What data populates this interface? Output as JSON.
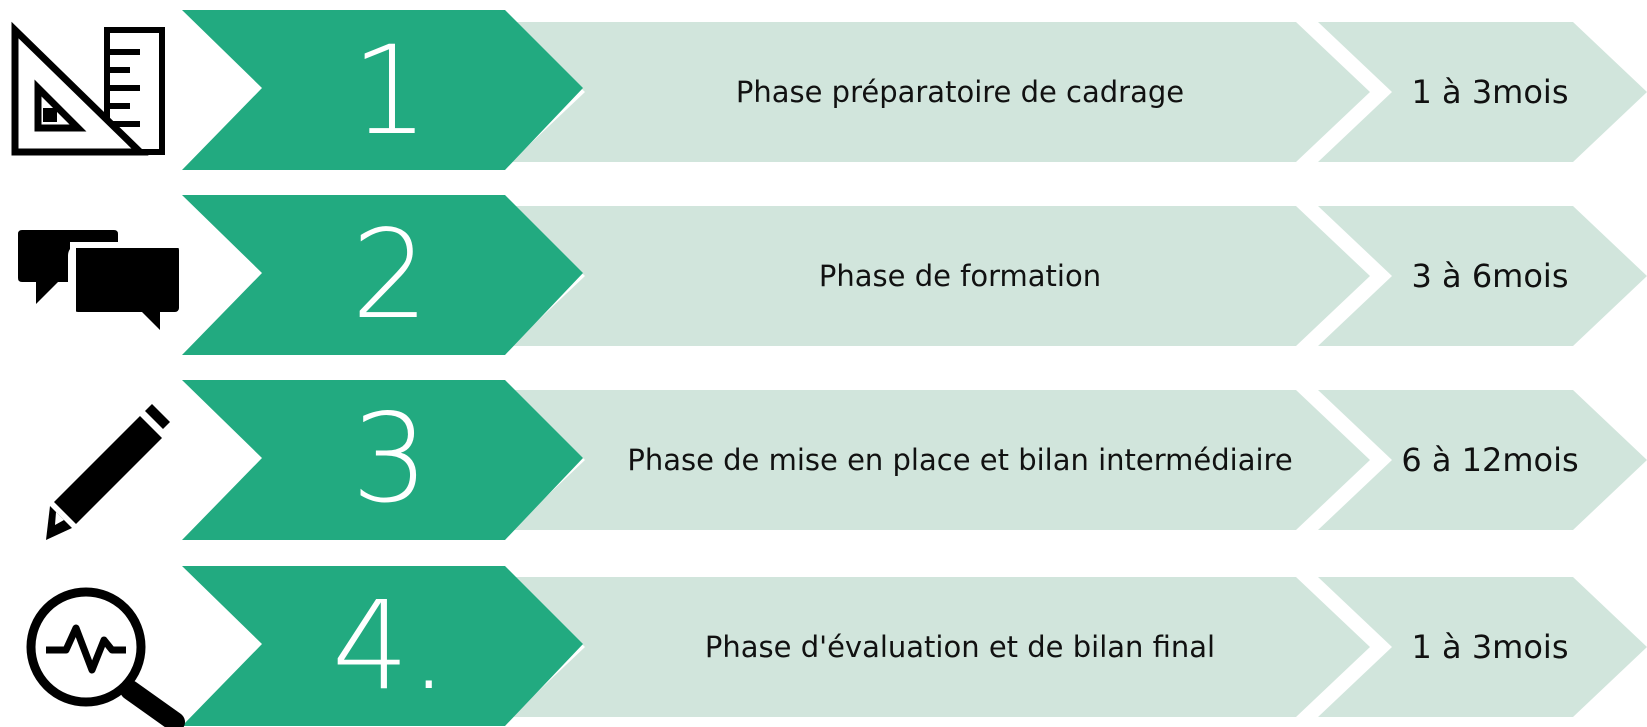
{
  "colors": {
    "number_chevron": "#22AA80",
    "label_chevron": "#D1E5DC",
    "icon": "#000000"
  },
  "steps": [
    {
      "number": "1",
      "label": "Phase préparatoire de cadrage",
      "duration": [
        "1 à 3",
        "mois"
      ],
      "icon": "ruler-triangle-icon"
    },
    {
      "number": "2",
      "label": "Phase de formation",
      "duration": [
        "3 à 6",
        "mois"
      ],
      "icon": "speech-bubbles-icon"
    },
    {
      "number": "3",
      "label": "Phase de mise en place et bilan intermédiaire",
      "duration": [
        "6 à 12",
        "mois"
      ],
      "icon": "pencil-icon"
    },
    {
      "number": "4.",
      "label": "Phase d'évaluation et de bilan final",
      "duration": [
        "1 à 3",
        "mois"
      ],
      "icon": "magnifier-pulse-icon"
    }
  ]
}
